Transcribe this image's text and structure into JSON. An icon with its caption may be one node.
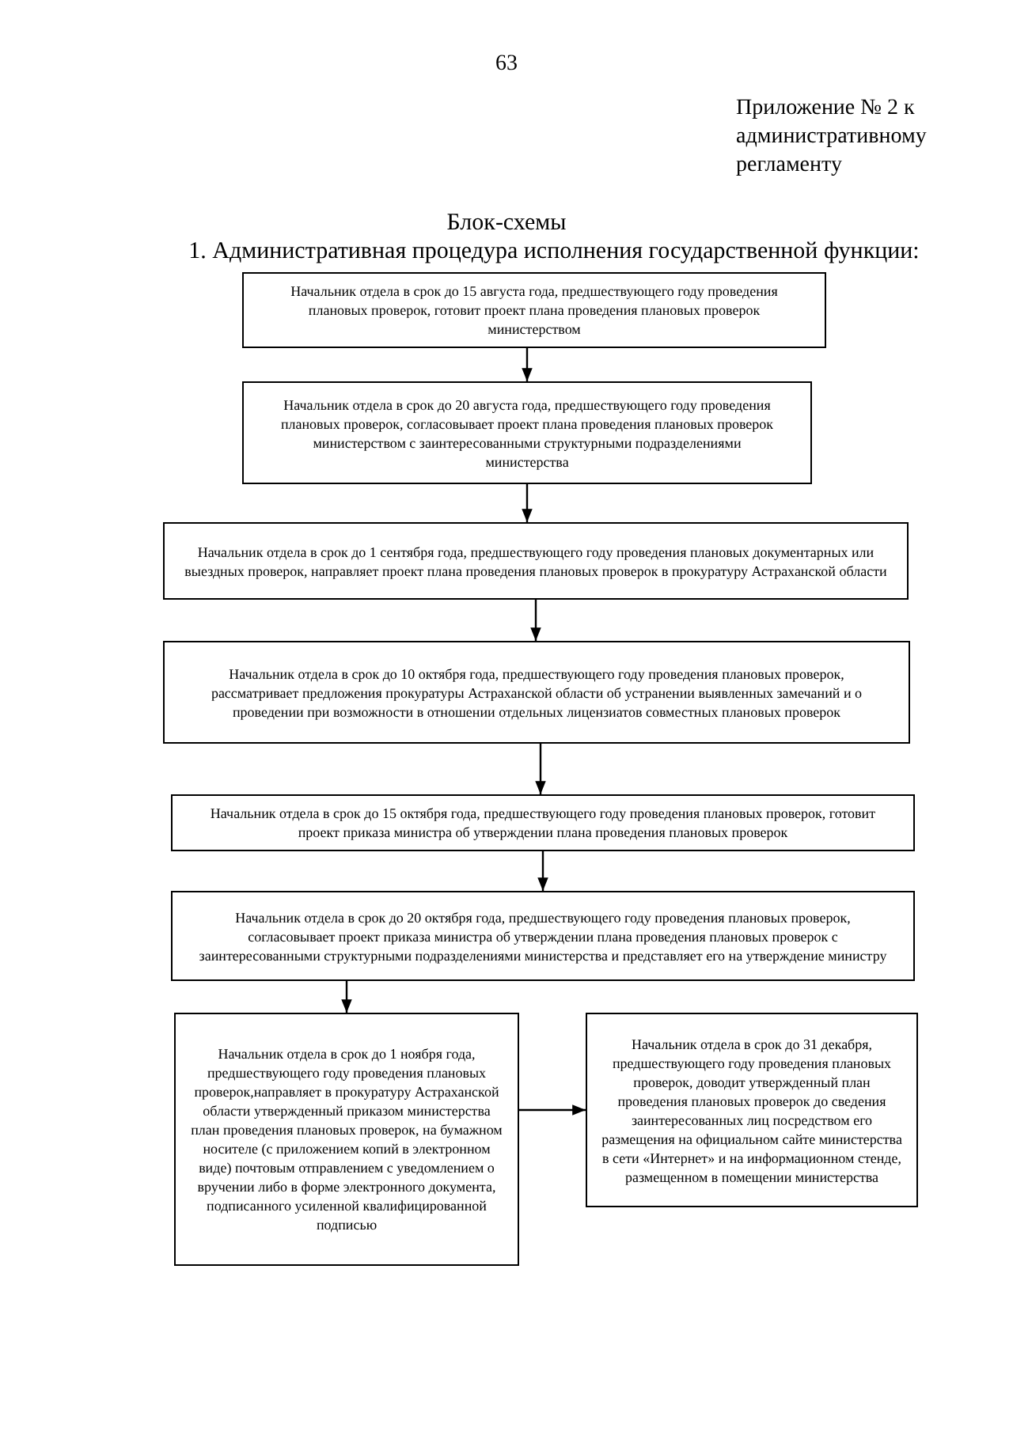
{
  "diagram": {
    "title": "Блок-схемы",
    "nodes": [
      {
        "text": [
          "Начальник отдела в срок до 15 августа года, предшествующего году проведения плановых проверок, готовит проект плана проведения плановых проверок министерством"
        ]
      },
      {
        "text": [
          "Начальник отдела в срок до 20 августа года, предшествующего году проведения плановых проверок, согласовывает проект плана проведения плановых проверок министерством с заинтересованными структурными подразделениями министерства"
        ]
      },
      {
        "text": [
          "Начальник отдела в срок до 1 сентября года, предшествующего году проведения плановых документарных или выездных проверок, направляет проект плана проведения плановых проверок в прокуратуру Астраханской области"
        ]
      },
      {
        "text": [
          "Начальник отдела в срок до 10 октября года, предшествующего году проведения плановых проверок, рассматривает предложения прокуратуры Астраханской области об устранении выявленных замечаний и о проведении при возможности в отношении отдельных лицензиатов совместных плановых проверок"
        ]
      },
      {
        "text": [
          "Начальник отдела в срок до 15 октября года, предшествующего году проведения плановых проверок, готовит проект приказа министра об утверждении плана проведения плановых проверок"
        ]
      },
      {
        "text": [
          "Начальник отдела в срок до 20 октября года, предшествующего году проведения плановых проверок, согласовывает проект приказа министра об утверждении плана проведения плановых проверок с заинтересованными структурными подразделениями министерства и представляет его на утверждение министру"
        ]
      },
      {
        "text": [
          "Начальник отдела в срок до 1 ноября года, предшествующего году проведения плановых проверок,направляет в прокуратуру Астраханской области утвержденный приказом министерства план проведения плановых проверок, на бумажном носителе (с приложением копий в электронном виде) почтовым отправлением с уведомлением о вручении либо в форме электронного документа, подписанного усиленной квалифицированной подписью"
        ]
      },
      {
        "text": [
          "Начальник отдела в срок до 31 декабря, предшествующего году проведения плановых проверок, доводит утвержденный план проведения плановых проверок  до сведения заинтересованных лиц посредством его размещения на официальном сайте министерства в сети «Интернет» и на информационном стенде, размещенном в помещении министерства"
        ]
      }
    ],
    "edges": [
      {
        "from": 0,
        "to": 1,
        "arrow": "to"
      },
      {
        "from": 1,
        "to": 2,
        "arrow": "to"
      },
      {
        "from": 2,
        "to": 3,
        "arrow": "to"
      },
      {
        "from": 3,
        "to": 4,
        "arrow": "to"
      },
      {
        "from": 4,
        "to": 5,
        "arrow": "to"
      },
      {
        "from": 5,
        "to": 6,
        "arrow": "to"
      },
      {
        "from": 6,
        "to": 7,
        "arrow": "to"
      }
    ],
    "labels": [
      "63",
      "Приложение № 2 к административному регламенту",
      "1. Административная процедура исполнения государственной функции:"
    ]
  }
}
